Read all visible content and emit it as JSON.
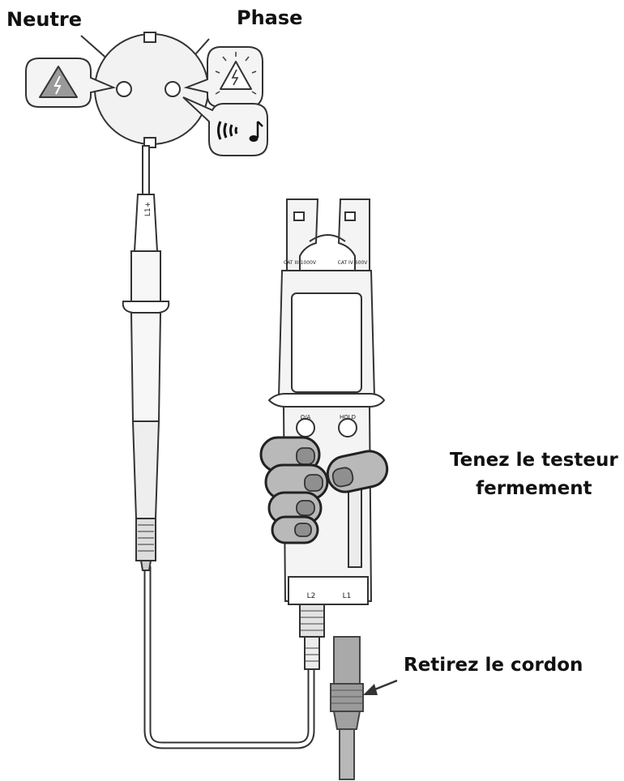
{
  "labels": {
    "neutre": "Neutre",
    "phase": "Phase",
    "hold_line1": "Tenez le testeur",
    "hold_line2": "fermement",
    "remove": "Retirez le cordon"
  },
  "probe": {
    "marking": "L1+"
  },
  "tester": {
    "button_left": "Ω/A",
    "button_right": "HOLD",
    "cat_left": "CAT III 1000V",
    "cat_right": "CAT IV 600V",
    "terminal_left": "L2",
    "terminal_right": "L1"
  },
  "icons": [
    "voltage-warning-icon",
    "voltage-alert-icon",
    "buzzer-sound-icon",
    "music-note-icon"
  ],
  "colors": {
    "line": "#333333",
    "fill_light": "#f2f2f2",
    "fill_grey": "#b9b9b9",
    "fill_dark": "#8f8f8f"
  }
}
